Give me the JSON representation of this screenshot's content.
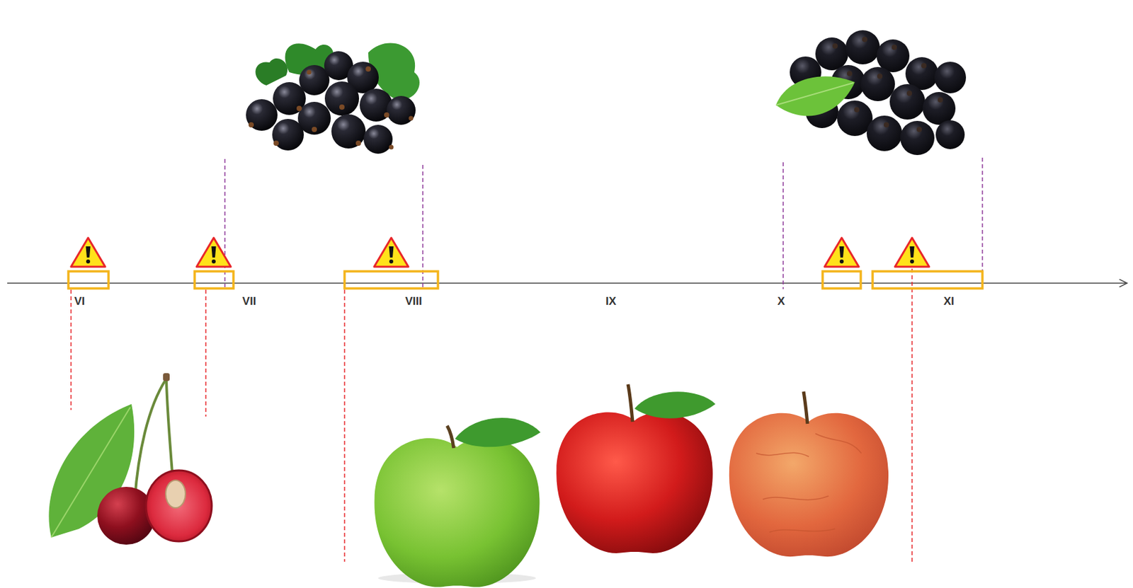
{
  "diagram": {
    "labels": [
      "VI",
      "VII",
      "VIII",
      "IX",
      "X",
      "XI"
    ]
  }
}
